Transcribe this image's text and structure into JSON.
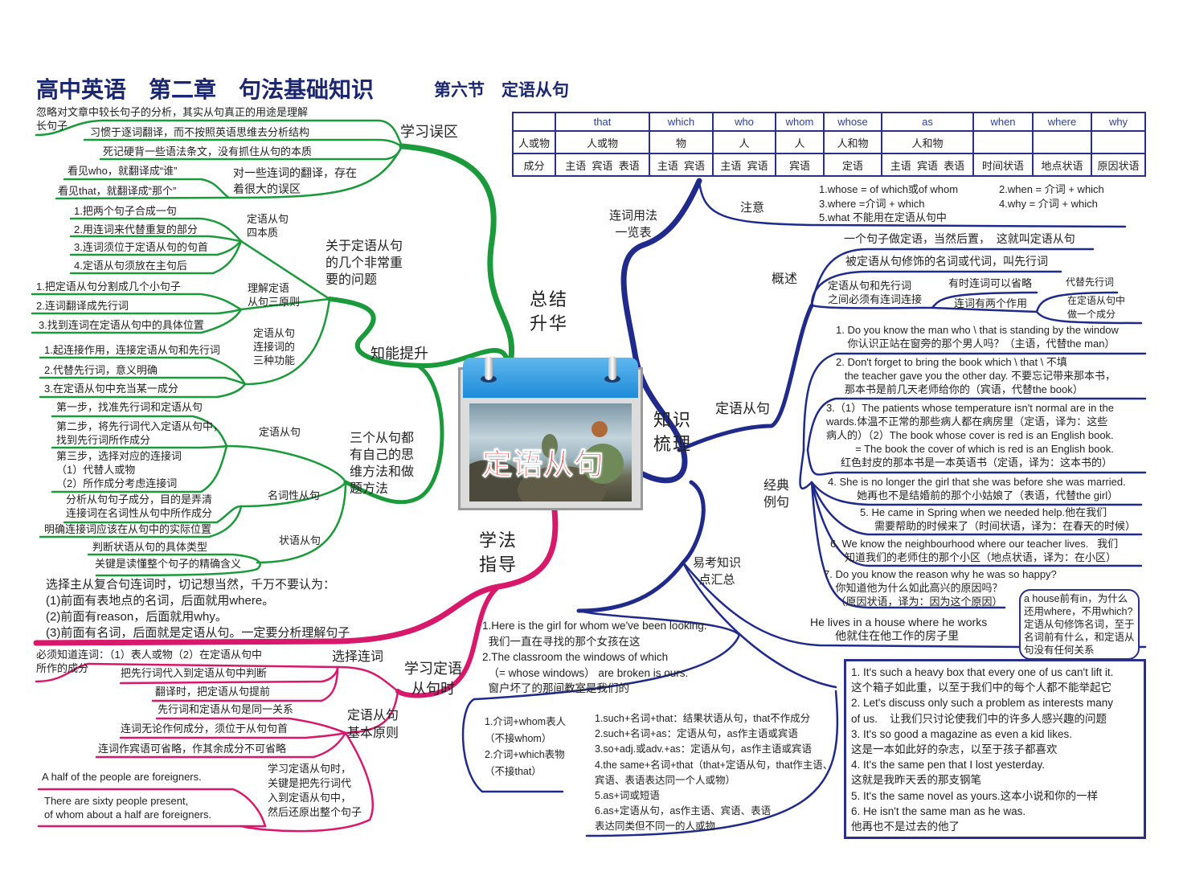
{
  "title": {
    "main": "高中英语　第二章　句法基础知识",
    "section": "第六节　定语从句"
  },
  "center": {
    "label": "定语从句",
    "icon": "calendar-icon"
  },
  "colors": {
    "green": "#1a9a3a",
    "pink": "#d8186b",
    "navy": "#1f2a8a",
    "title": "#1b2770",
    "center_text": "#e01b1b"
  },
  "summary": {
    "label": "总结\n升华",
    "mistakes": {
      "label": "学习误区",
      "items": [
        "忽略对文章中较长句子的分析，其实从句真正的用途是理解\n长句子",
        "习惯于逐词翻译，而不按照英语思维去分析结构",
        "死记硬背一些语法条文，没有抓住从句的本质"
      ],
      "translation": {
        "label": "对一些连词的翻译，存在\n着很大的误区",
        "items": [
          "看见who，就翻译成“谁”",
          "看见that，就翻译成“那个”"
        ]
      }
    },
    "ability": {
      "label": "知能提升",
      "important": {
        "label": "关于定语从句\n的几个非常重\n要的问题",
        "essence": {
          "label": "定语从句\n四本质",
          "items": [
            "1.把两个句子合成一句",
            "2.用连词来代替重复的部分",
            "3.连词须位于定语从句的句首",
            "4.定语从句须放在主句后"
          ]
        },
        "principles": {
          "label": "理解定语\n从句三原则",
          "items": [
            "1.把定语从句分割成几个小句子",
            "2.连词翻译成先行词",
            "3.找到连词在定语从句中的具体位置"
          ]
        },
        "functions": {
          "label": "定语从句\n连接词的\n三种功能",
          "items": [
            "1.起连接作用，连接定语从句和先行词",
            "2.代替先行词，意义明确",
            "3.在定语从句中充当某一成分"
          ]
        }
      },
      "methods": {
        "label": "三个从句都\n有自己的思\n维方法和做\n题方法",
        "attributive": {
          "label": "定语从句",
          "items": [
            "第一步，找准先行词和定语从句",
            "第二步，将先行词代入定语从句中，\n找到先行词所作成分",
            "第三步，选择对应的连接词\n（1）代替人或物\n（2）所作成分考虑连接词"
          ]
        },
        "nominal": {
          "label": "名词性从句",
          "items": [
            "分析从句句子成分，目的是弄清\n连接词在名词性从句中所作成分",
            "明确连接词应该在从句中的实际位置"
          ]
        },
        "adverbial": {
          "label": "状语从句",
          "items": [
            "判断状语从句的具体类型",
            "关键是读懂整个句子的精确含义"
          ]
        }
      }
    }
  },
  "method": {
    "label": "学法\n指导",
    "warning": "选择主从复合句连词时，切记想当然，千万不要认为：\n(1)前面有表地点的名词，后面就用where。\n(2)前面有reason，后面就用why。\n(3)前面有名词，后面就是定语从句。一定要分析理解句子",
    "learning": {
      "label": "学习定语\n从句时",
      "choose": {
        "label": "选择连词",
        "items": [
          "必须知道连词：（1）表人或物（2）在定语从句中\n所作的成分",
          "把先行词代入到定语从句中判断"
        ]
      },
      "basics": {
        "label": "定语从句\n基本原则",
        "items": [
          "翻译时，把定语从句提前",
          "先行词和定语从句是同一关系",
          "连词无论作何成分，须位于从句句首",
          "连词作宾语可省略，作其余成分不可省略"
        ]
      },
      "key": {
        "label": "学习定语从句时，\n关键是把先行词代\n入到定语从句中，\n然后还原出整个句子",
        "items": [
          "A half of the people are foreigners.",
          "There are sixty people present,\nof whom about a half are foreigners."
        ]
      }
    }
  },
  "knowledge": {
    "label": "知识\n梳理",
    "table": {
      "label": "连词用法\n一览表",
      "headers": [
        "",
        "that",
        "which",
        "who",
        "whom",
        "whose",
        "as",
        "when",
        "where",
        "why"
      ],
      "rows": [
        [
          "人或物",
          "人或物",
          "物",
          "人",
          "人",
          "人和物",
          "人和物",
          "",
          "",
          ""
        ],
        [
          "成分",
          "主语  宾语  表语",
          "主语  宾语",
          "主语  宾语",
          "宾语",
          "定语",
          "主语  宾语  表语",
          "时间状语",
          "地点状语",
          "原因状语"
        ]
      ]
    },
    "notes": {
      "label": "注意",
      "items": [
        "1.whose = of which或of whom",
        "2.when = 介词 + which",
        "3.where =介词 + which",
        "4.why = 介词 + which",
        "5.what 不能用在定语从句中"
      ]
    },
    "clause": {
      "label": "定语从句",
      "overview": {
        "label": "概述",
        "items": [
          "一个句子做定语，当然后置，  这就叫定语从句",
          "被定语从句修饰的名词或代词，叫先行词"
        ],
        "link": {
          "label": "定语从句和先行词\n之间必须有连词连接",
          "omit": "有时连词可以省略",
          "roles": {
            "label": "连词有两个作用",
            "items": [
              "代替先行词",
              "在定语从句中\n做一个成分"
            ]
          }
        }
      },
      "examples": {
        "label": "经典\n例句",
        "items": [
          "1. Do you know the man who \\ that is standing by the window\n    你认识正站在窗旁的那个男人吗？（主语，代替the man）",
          "2. Don't forget to bring the book which \\ that \\ 不填\n   the teacher gave you the other day. 不要忘记带来那本书，\n   那本书是前几天老师给你的（宾语，代替the book）",
          "3.（1）The patients whose temperature isn't normal are in the\nwards.体温不正常的那些病人都在病房里（定语，译为：这些\n病人的）（2）The book whose cover is red is an English book.\n          = The book the cover of which is red is an English book.\n     红色封皮的那本书是一本英语书（定语，译为：这本书的）",
          "4. She is no longer the girl that she was before she was married.\n          她再也不是结婚前的那个小姑娘了（表语，代替the girl）",
          "5. He came in Spring when we needed help.他在我们\n     需要帮助的时候来了（时间状语，译为：在春天的时候）",
          "6. We know the neighbourhood where our teacher lives.   我们\n     知道我们的老师住的那个小区（地点状语，译为：在小区）",
          "7. Do you know the reason why he was so happy?\n    你知道他为什么如此高兴的原因吗？\n    （原因状语，译为：因为这个原因）"
        ],
        "house": "He lives in a house where he works\n        他就住在他工作的房子里",
        "house_note": "a house前有in，为什么\n还用where，不用which?\n定语从句修饰名词，至于\n名词前有什么，和定语从\n句没有任何关系"
      }
    },
    "exam": {
      "label": "易考知识\n点汇总",
      "prep_examples": "1.Here is the girl for whom we've been looking.\n  我们一直在寻找的那个女孩在这\n2.The classroom the windows of which\n  （= whose windows） are broken is ours.\n  窗户坏了的那间教室是我们的",
      "prep_rules": "1.介词+whom表人\n（不接whom）\n2.介词+which表物\n（不接that）",
      "such_rules": "1.such+名词+that：结果状语从句，that不作成分\n2.such+名词+as：定语从句，as作主语或宾语\n3.so+adj.或adv.+as：定语从句，as作主语或宾语\n4.the same+名词+that（that+定语从句，that作主语、\n宾语、表语表达同一个人或物）\n5.as+词或短语\n6.as+定语从句，as作主语、宾语、表语\n表达同类但不同一的人或物",
      "such_examples": "1. It's such a heavy box that every one of us can't lift it.\n这个箱子如此重，以至于我们中的每个人都不能举起它\n2. Let's discuss only such a problem as interests many\nof us.    让我们只讨论使我们中的许多人感兴趣的问题\n3. It's so good a magazine as even a kid likes.\n这是一本如此好的杂志，以至于孩子都喜欢\n4. It's the same pen that I lost yesterday.\n这就是我昨天丢的那支钢笔\n5. It's the same novel as yours.这本小说和你的一样\n6. He isn't the same man as he was.\n他再也不是过去的他了"
    }
  }
}
